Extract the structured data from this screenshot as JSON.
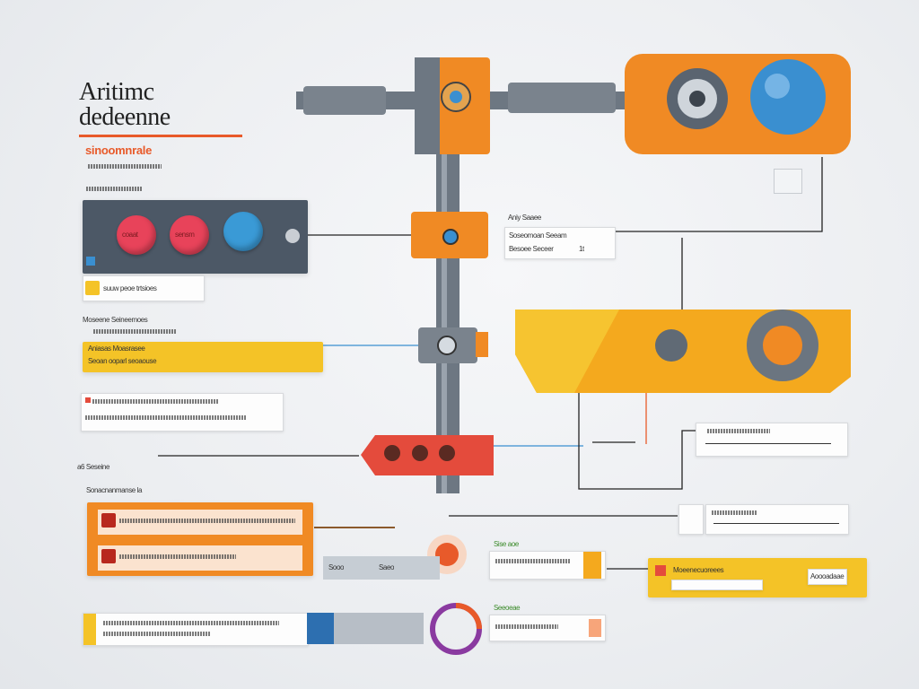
{
  "header": {
    "title_line1": "Aritimc",
    "title_line2": "dedeenne",
    "subtitle": "sinoomnrale"
  },
  "left": {
    "panel_buttons": [
      "coaat",
      "sensm",
      ""
    ],
    "label_a": "suuw peoe trtsioes",
    "block_b_header": "Moseene Seineemoes",
    "block_b_lines": [
      "Aniasas Moasrasee",
      "Seoan ooparl seoaouse"
    ],
    "block_d_header": "a6 Seseine",
    "block_d_sub": "Sonacnanmanse la"
  },
  "center": {
    "gauge_labels": [
      "Sooo",
      "Saeo"
    ]
  },
  "right": {
    "callout_top_header": "Aniy Saaee",
    "callout_top_line1": "Soseomoan Seeam",
    "callout_top_line2": "Besoee Seceer",
    "callout_top_value": "1t",
    "yellow_label_1": "Moeenecuoreees",
    "yellow_label_2": "Aoooadaae",
    "green_label_1": "Sise aoe",
    "green_label_2": "Seeoeae"
  },
  "colors": {
    "orange": "#f08a24",
    "deep_orange": "#e85a2a",
    "yellow": "#f4c327",
    "blue": "#3a8fd0",
    "slate": "#4c5866",
    "red": "#e44b3c"
  },
  "icons": [
    "valve-icon",
    "gear-icon",
    "pipe-icon",
    "knob-icon",
    "sensor-icon"
  ]
}
